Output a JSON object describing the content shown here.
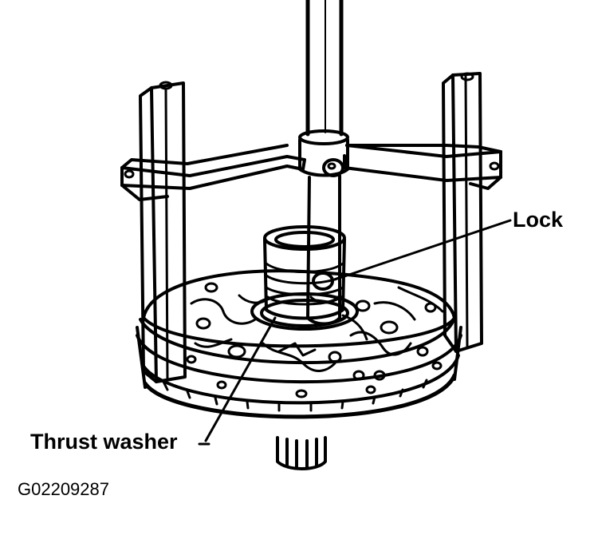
{
  "figure": {
    "labels": {
      "lock": "Lock",
      "thrust_washer": "Thrust washer"
    },
    "figure_code": "G02209287"
  },
  "colors": {
    "ink": "#000000",
    "paper": "#ffffff"
  },
  "icons": {
    "apparatus": "puller-tool-on-oil-pump-drawing"
  }
}
